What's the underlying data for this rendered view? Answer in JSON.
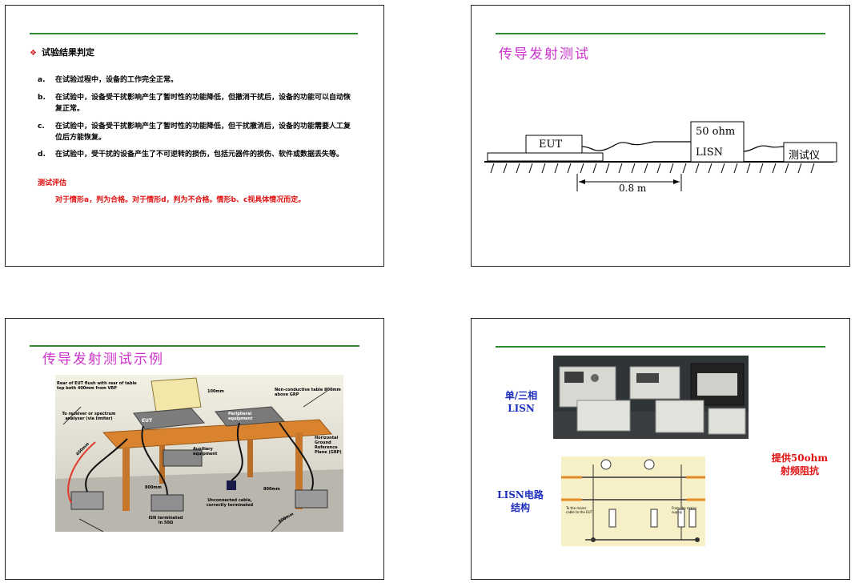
{
  "slide1": {
    "heading": "试验结果判定",
    "items": [
      {
        "key": "a.",
        "text": "在试验过程中，设备的工作完全正常。"
      },
      {
        "key": "b.",
        "text": "在试验中，设备受干扰影响产生了暂时性的功能降低，但撤消干扰后，设备的功能可以自动恢复正常。"
      },
      {
        "key": "c.",
        "text": "在试验中，设备受干扰影响产生了暂时性的功能降低，但干扰撤消后，设备的功能需要人工复位后方能恢复。"
      },
      {
        "key": "d.",
        "text": "在试验中，受干扰的设备产生了不可逆转的损伤，包括元器件的损伤、软件或数据丢失等。"
      }
    ],
    "eval_title": "测试评估",
    "eval_body": "对于情形a，判为合格。对于情形d，判为不合格。情形b、c视具体情况而定。"
  },
  "slide2": {
    "title": "传导发射测试",
    "eut": "EUT",
    "lisn_line1": "50 ohm",
    "lisn_line2": "LISN",
    "instrument": "测试仪",
    "distance": "0.8 m"
  },
  "slide3": {
    "title": "传导发射测试示例",
    "labels": {
      "rear": "Rear of EUT flush with rear of table top both 400mm from VRP",
      "receiver": "To receiver or spectrum analyser (via limiter)",
      "d100": "100mm",
      "nonconductive": "Non-conductive table 800mm above GRP",
      "eut": "EUT",
      "peripheral": "Peripheral equipment",
      "horizontal": "Horizontal Ground Reference Plane (GRP)",
      "d400": "400mm",
      "auxiliary": "Auxiliary equipment",
      "d800a": "800mm",
      "d800b": "800mm",
      "isn": "ISN terminated in 50Ω",
      "unconnected": "Unconnected cable, correctly terminated",
      "d800c": "800mm"
    }
  },
  "slide4": {
    "label_lisn": "单/三相 LISN",
    "label_lisn_line1": "单/三相",
    "label_lisn_line2": "LISN",
    "label_circuit_line1": "LISN电路",
    "label_circuit_line2": "结构",
    "label_impedance_line1": "提供50ohm",
    "label_impedance_line2": "射频阻抗",
    "circuit_texts": {
      "left_note": "To the mains cable to the EUT",
      "right_note": "From the mains supply"
    }
  },
  "colors": {
    "green_rule": "#2e8b2e",
    "title_magenta": "#cc33cc",
    "label_blue": "#1e2fbf",
    "label_red": "#e01010"
  }
}
